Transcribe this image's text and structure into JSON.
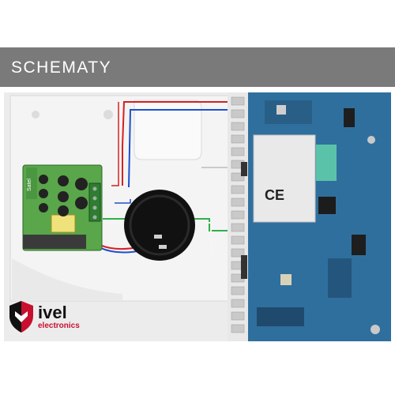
{
  "header": {
    "title": "SCHEMATY"
  },
  "photo": {
    "description_icon": "wiring-photo",
    "board_brand_text": "Satel",
    "cert_text": "CE"
  },
  "logo": {
    "brand": "ivel",
    "tagline": "electronics"
  },
  "colors": {
    "header_bg": "#7a7a7a",
    "header_text": "#ffffff",
    "brand_red": "#c8102e",
    "pcb_green": "#3f8f3a",
    "panel_blue": "#2f6f9e",
    "wire_red": "#d62020",
    "wire_blue": "#1f4fd1",
    "wire_green": "#2fb04a"
  }
}
